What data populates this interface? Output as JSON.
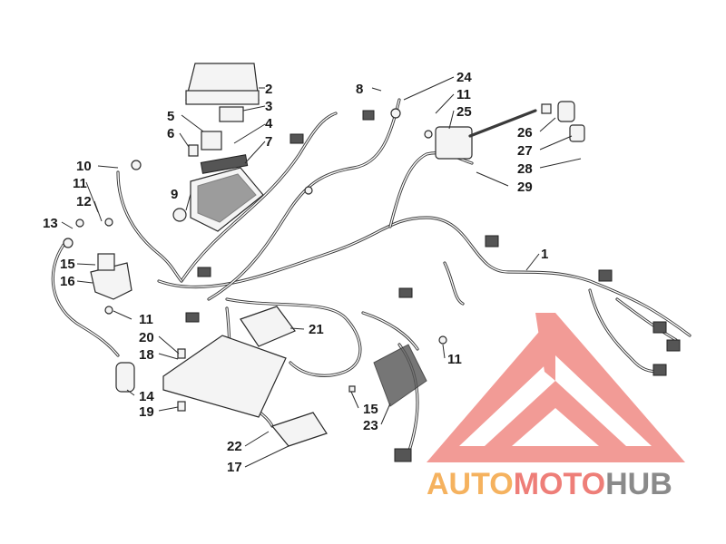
{
  "callouts": [
    {
      "id": "c2",
      "text": "2"
    },
    {
      "id": "c3",
      "text": "3"
    },
    {
      "id": "c4",
      "text": "4"
    },
    {
      "id": "c5",
      "text": "5"
    },
    {
      "id": "c6",
      "text": "6"
    },
    {
      "id": "c7",
      "text": "7"
    },
    {
      "id": "c8",
      "text": "8"
    },
    {
      "id": "c24",
      "text": "24"
    },
    {
      "id": "c11a",
      "text": "11"
    },
    {
      "id": "c25",
      "text": "25"
    },
    {
      "id": "c26",
      "text": "26"
    },
    {
      "id": "c27",
      "text": "27"
    },
    {
      "id": "c28",
      "text": "28"
    },
    {
      "id": "c29",
      "text": "29"
    },
    {
      "id": "c10",
      "text": "10"
    },
    {
      "id": "c11b",
      "text": "11"
    },
    {
      "id": "c12",
      "text": "12"
    },
    {
      "id": "c9",
      "text": "9"
    },
    {
      "id": "c13",
      "text": "13"
    },
    {
      "id": "c1",
      "text": "1"
    },
    {
      "id": "c15a",
      "text": "15"
    },
    {
      "id": "c16",
      "text": "16"
    },
    {
      "id": "c11c",
      "text": "11"
    },
    {
      "id": "c21",
      "text": "21"
    },
    {
      "id": "c20",
      "text": "20"
    },
    {
      "id": "c18",
      "text": "18"
    },
    {
      "id": "c11d",
      "text": "11"
    },
    {
      "id": "c14",
      "text": "14"
    },
    {
      "id": "c19",
      "text": "19"
    },
    {
      "id": "c15b",
      "text": "15"
    },
    {
      "id": "c23",
      "text": "23"
    },
    {
      "id": "c22",
      "text": "22"
    },
    {
      "id": "c17",
      "text": "17"
    }
  ],
  "watermark": {
    "part1": "AUTO",
    "part2": "MOTO",
    "part3": "HUB",
    "color_orange": "#f5b25f",
    "color_red": "#ee7e78",
    "color_gray": "#8a8a8a"
  }
}
